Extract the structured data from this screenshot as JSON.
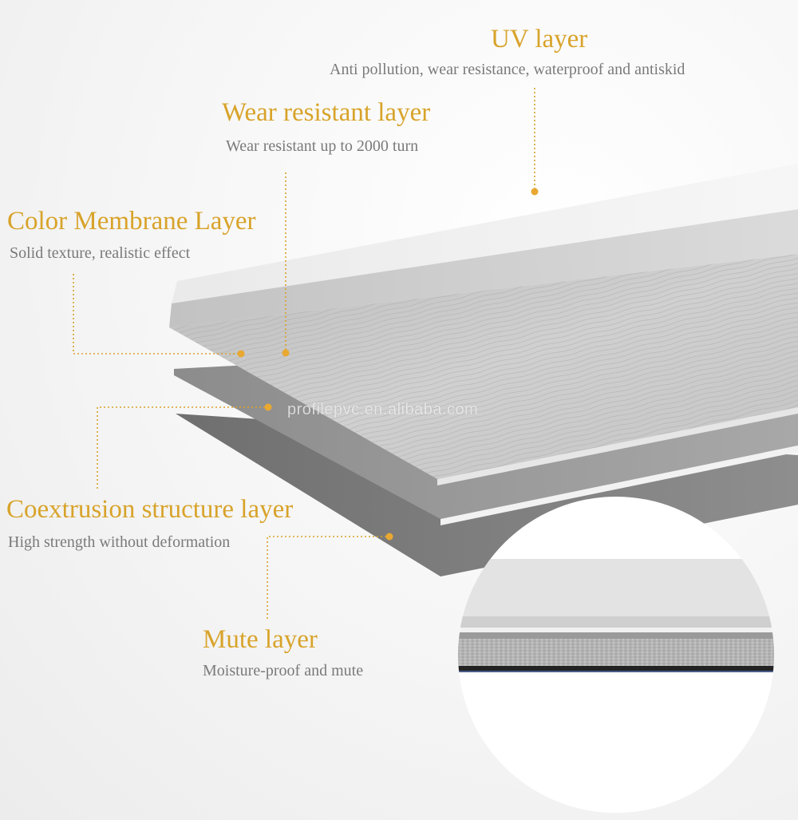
{
  "layers": [
    {
      "title": "UV layer",
      "description": "Anti pollution, wear resistance, waterproof and antiskid"
    },
    {
      "title": "Wear resistant layer",
      "description": "Wear resistant up to 2000 turn"
    },
    {
      "title": "Color Membrane Layer",
      "description": "Solid texture, realistic effect"
    },
    {
      "title": "Coextrusion structure layer",
      "description": "High strength without deformation"
    },
    {
      "title": "Mute layer",
      "description": "Moisture-proof and mute"
    }
  ],
  "watermark": "profilepvc.en.alibaba.com",
  "colors": {
    "accent": "#d8a32a",
    "description": "#7a7a7a",
    "wood": "#c9c9c9",
    "core": "#8a8a8a",
    "mute": "#7c7c7c"
  }
}
